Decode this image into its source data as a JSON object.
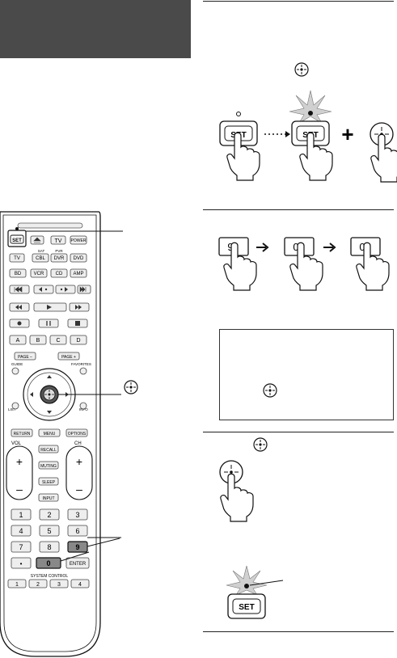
{
  "remote": {
    "set_label": "SET",
    "tv_label": "TV",
    "power_label": "POWER",
    "sat_label": "SAT",
    "pvr_label": "PVR",
    "tv2_label": "TV",
    "cbl_label": "CBL",
    "dvr_label": "DVR",
    "dvd_label": "DVD",
    "bd_label": "BD",
    "vcr_label": "VCR",
    "cd_label": "CD",
    "amp_label": "AMP",
    "a_label": "A",
    "b_label": "B",
    "c_label": "C",
    "d_label": "D",
    "page_minus": "PAGE –",
    "page_plus": "PAGE +",
    "guide": "GUIDE",
    "favorites": "FAVORITES",
    "list": "LIST",
    "info": "INFO",
    "return": "RETURN",
    "menu": "MENU",
    "options": "OPTIONS",
    "vol": "VOL",
    "ch": "CH",
    "recall": "RECALL",
    "muting": "MUTING",
    "sleep": "SLEEP",
    "input": "INPUT",
    "digits": [
      "1",
      "2",
      "3",
      "4",
      "5",
      "6",
      "7",
      "8",
      "9",
      "0"
    ],
    "dot": "•",
    "enter": "ENTER",
    "system_control": "SYSTEM CONTROL",
    "sc_keys": [
      "1",
      "2",
      "3",
      "4"
    ]
  },
  "steps": {
    "step1_set": "SET",
    "step1_set_blink": "SET",
    "step1_plus": "+",
    "step2_keys": [
      "9",
      "0",
      "0"
    ],
    "step3_set": "SET"
  }
}
